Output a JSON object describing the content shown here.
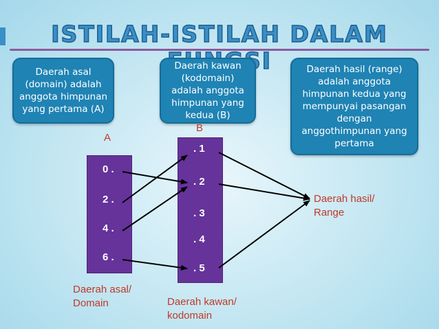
{
  "title": "ISTILAH-ISTILAH DALAM FUNGSI",
  "callouts": {
    "domain": "Daerah asal (domain) adalah anggota himpunan yang pertama (A)",
    "codomain": "Daerah kawan (kodomain) adalah anggota himpunan yang kedua (B)",
    "range": "Daerah hasil (range) adalah anggota himpunan kedua yang mempunyai pasangan dengan anggothimpunan yang pertama"
  },
  "sets": {
    "a_label": "A",
    "b_label": "B",
    "a_elements": [
      "0 .",
      "2 .",
      "4 .",
      "6 ."
    ],
    "b_elements": [
      ". 1",
      ". 2",
      ". 3",
      ". 4",
      ". 5"
    ]
  },
  "captions": {
    "domain_line1": "Daerah asal/",
    "domain_line2": "Domain",
    "codomain_line1": "Daerah kawan/",
    "codomain_line2": "kodomain",
    "range_line1": "Daerah hasil/",
    "range_line2": "Range"
  },
  "colors": {
    "callout_bg": "#1f83b4",
    "set_box": "#66339a",
    "label_text": "#c0392b",
    "title": "#3a8fc6"
  }
}
